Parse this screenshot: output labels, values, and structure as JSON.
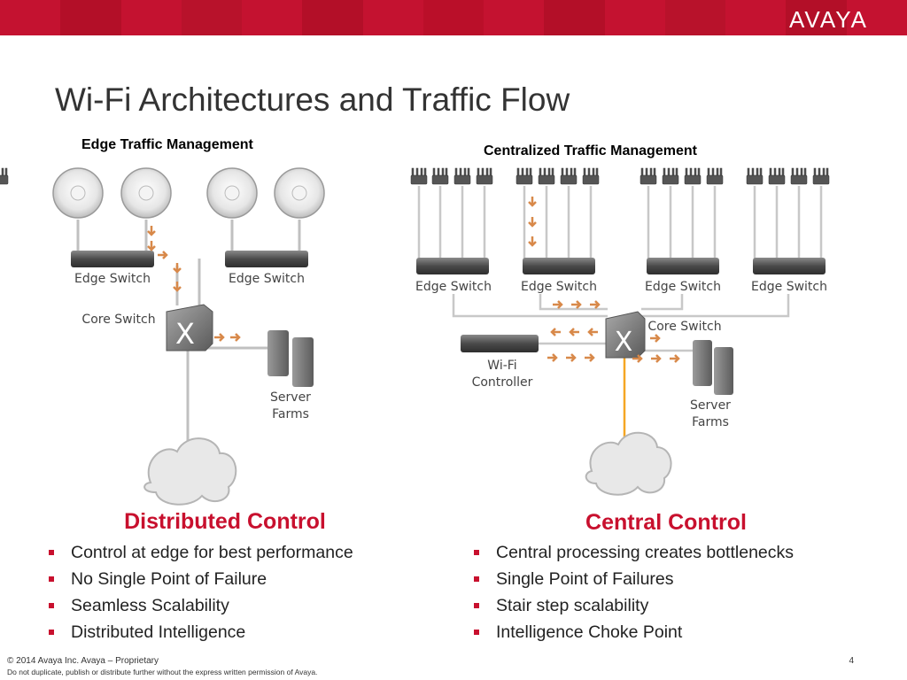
{
  "header": {
    "brand": "AVAYA",
    "bar_colors": [
      "#c41230",
      "#b30f28",
      "#c41230",
      "#b8122b",
      "#c41230",
      "#b30f28",
      "#c41230",
      "#ba0f29",
      "#c41230",
      "#b30f28",
      "#c41230",
      "#b8122b",
      "#c41230",
      "#b30f28",
      "#c41230"
    ]
  },
  "slide": {
    "title": "Wi-Fi Architectures and Traffic Flow",
    "page_number": "4"
  },
  "edge": {
    "subtitle": "Edge Traffic Management",
    "switch_label_1": "Edge Switch",
    "switch_label_2": "Edge Switch",
    "core_label": "Core Switch",
    "server_label_line1": "Server",
    "server_label_line2": "Farms",
    "heading": "Distributed Control",
    "bullets": [
      "Control at edge for best performance",
      "No Single Point of Failure",
      "Seamless Scalability",
      "Distributed Intelligence"
    ]
  },
  "central": {
    "subtitle": "Centralized Traffic Management",
    "switch_label_1": "Edge Switch",
    "switch_label_2": "Edge Switch",
    "switch_label_3": "Edge Switch",
    "switch_label_4": "Edge Switch",
    "core_label": "Core Switch",
    "controller_label_line1": "Wi-Fi",
    "controller_label_line2": "Controller",
    "server_label_line1": "Server",
    "server_label_line2": "Farms",
    "heading": "Central Control",
    "bullets": [
      "Central processing creates bottlenecks",
      "Single Point of Failures",
      "Stair step scalability",
      "Intelligence Choke Point"
    ]
  },
  "colors": {
    "accent_red": "#c8102e",
    "flow_arrow": "#d8894a",
    "link_gray": "#c0c0c0",
    "internet_link": "#f5a623"
  },
  "footer": {
    "copyright": "© 2014 Avaya Inc. Avaya – Proprietary",
    "notice": "Do not duplicate, publish or distribute further without the express written permission of Avaya."
  }
}
